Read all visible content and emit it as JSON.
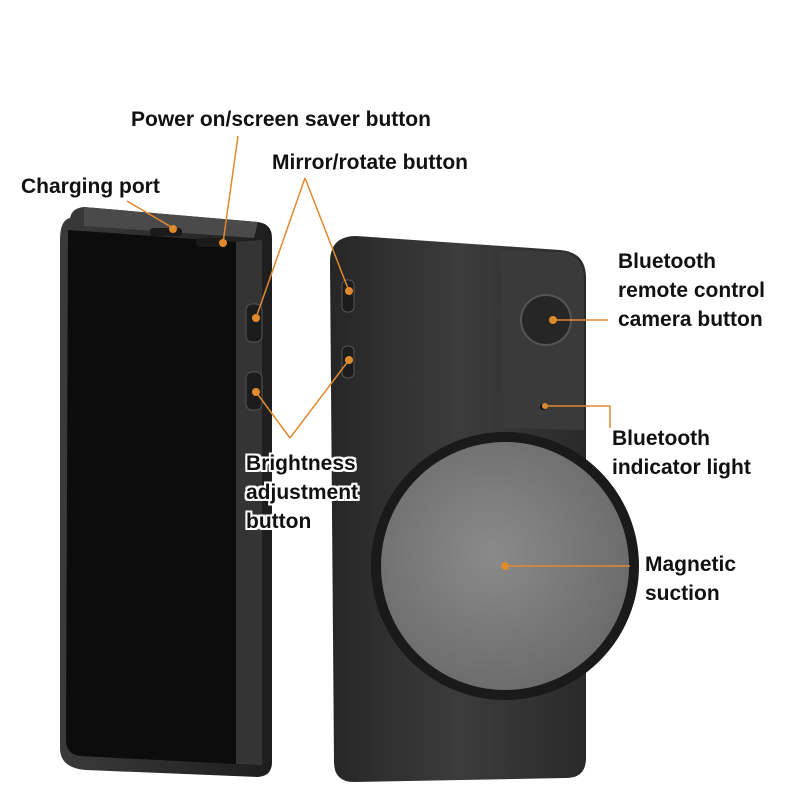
{
  "image": {
    "description": "Product annotation diagram of a dual-view device: front screen unit and rear magnetic unit",
    "accent_color": "#e08a2e",
    "device_color": "#2e2e2e"
  },
  "callouts": {
    "power_button": {
      "label": "Power on/screen saver button"
    },
    "mirror_button": {
      "label": "Mirror/rotate button"
    },
    "charging_port": {
      "label": "Charging port"
    },
    "bt_camera_button": {
      "lines": [
        "Bluetooth",
        "remote control",
        "camera button"
      ]
    },
    "bt_indicator": {
      "lines": [
        "Bluetooth",
        "indicator light"
      ]
    },
    "brightness_button": {
      "lines": [
        "Brightness",
        "adjustment",
        "button"
      ]
    },
    "magnetic": {
      "lines": [
        "Magnetic",
        "suction"
      ]
    }
  }
}
